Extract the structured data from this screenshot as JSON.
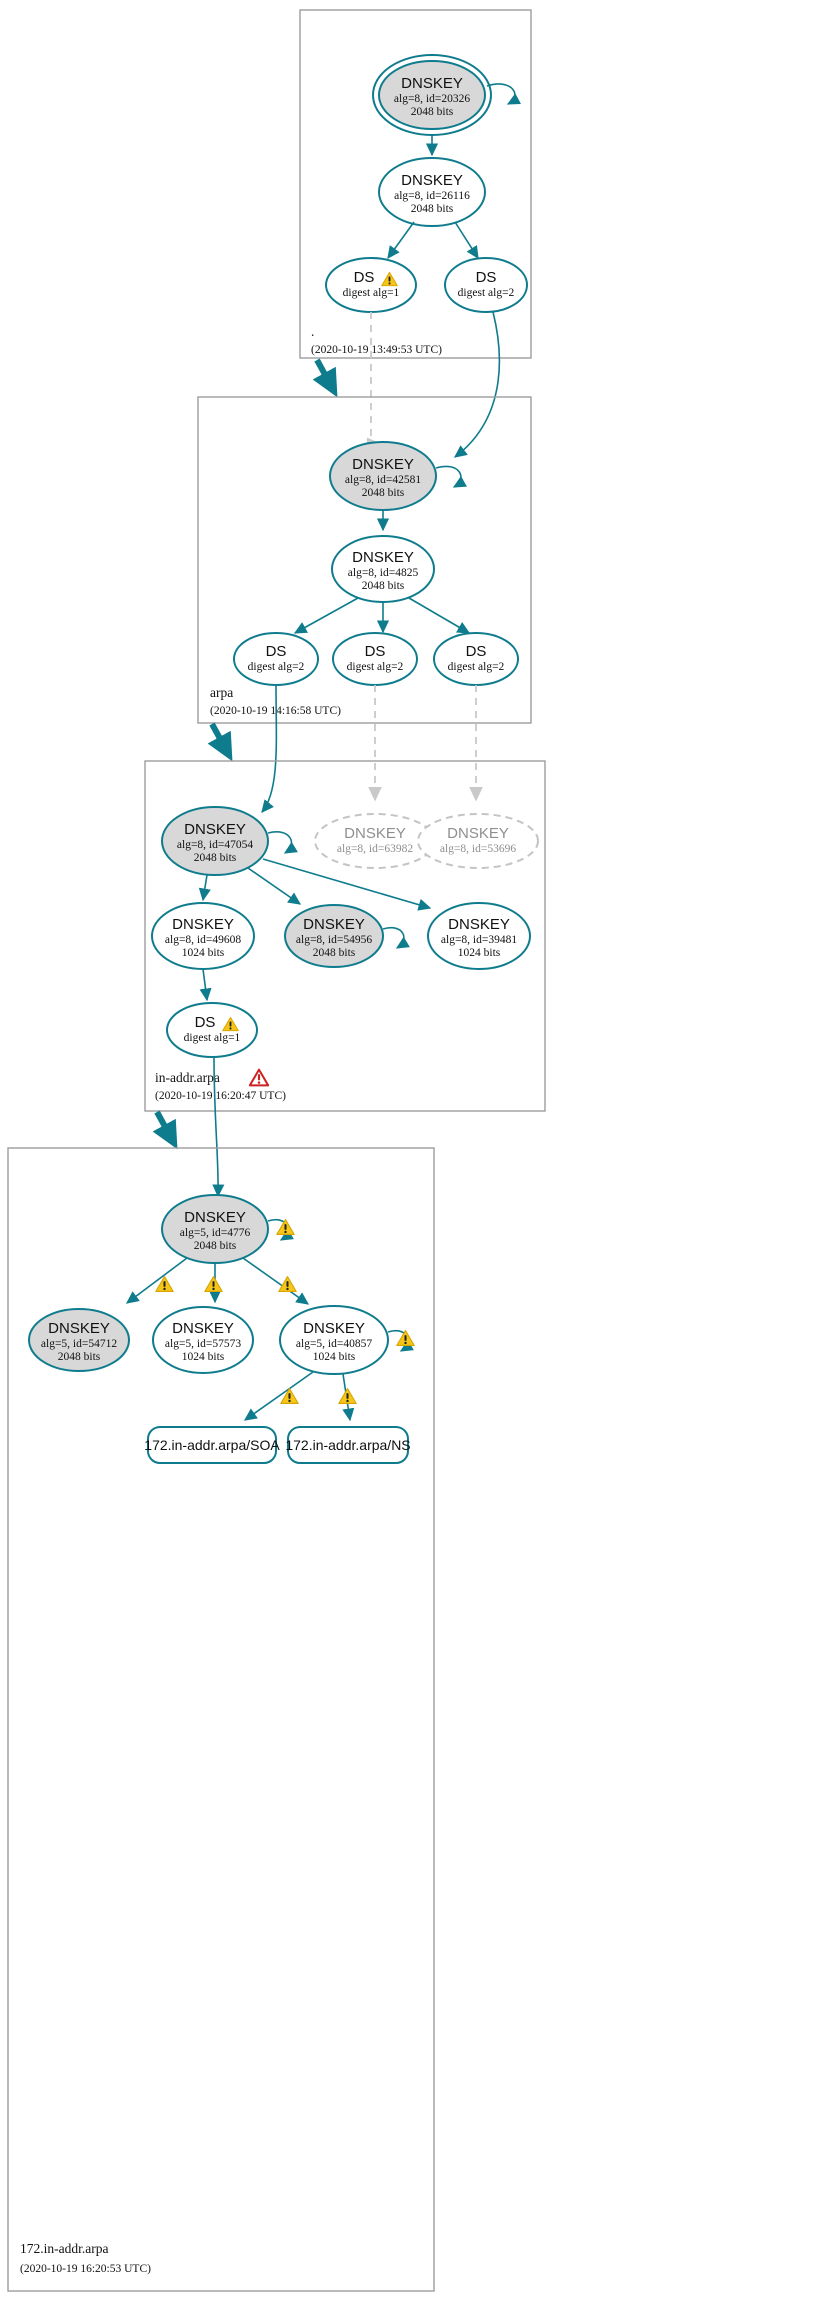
{
  "meta": {
    "title": "DNSSEC authentication chain for 172.in-addr.arpa",
    "accent_teal": "#0f7c8e",
    "secure_fill": "#d8d8d8",
    "bogus_stroke": "#c9c9c9",
    "warning_color": "#f5c518",
    "error_color": "#cc2222",
    "zone_border": "#9c9c9c"
  },
  "zones": [
    {
      "id": "root",
      "name": ".",
      "timestamp": "(2020-10-19 13:49:53 UTC)",
      "status_icon": "",
      "nodes": [
        {
          "id": "r-ksk",
          "type": "DNSKEY",
          "title": "DNSKEY",
          "line2": "alg=8, id=20326",
          "line3": "2048 bits",
          "state": "secure-ksk",
          "self_sign": true,
          "warn": false
        },
        {
          "id": "r-zsk",
          "type": "DNSKEY",
          "title": "DNSKEY",
          "line2": "alg=8, id=26116",
          "line3": "2048 bits",
          "state": "secure",
          "self_sign": false,
          "warn": false
        },
        {
          "id": "r-ds1",
          "type": "DS",
          "title": "DS",
          "line2": "digest alg=1",
          "line3": "",
          "state": "secure",
          "self_sign": false,
          "warn": true
        },
        {
          "id": "r-ds2",
          "type": "DS",
          "title": "DS",
          "line2": "digest alg=2",
          "line3": "",
          "state": "secure",
          "self_sign": false,
          "warn": false
        }
      ]
    },
    {
      "id": "arpa",
      "name": "arpa",
      "timestamp": "(2020-10-19 14:16:58 UTC)",
      "status_icon": "",
      "nodes": [
        {
          "id": "a-ksk",
          "type": "DNSKEY",
          "title": "DNSKEY",
          "line2": "alg=8, id=42581",
          "line3": "2048 bits",
          "state": "secure-fill",
          "self_sign": true,
          "warn": false
        },
        {
          "id": "a-zsk",
          "type": "DNSKEY",
          "title": "DNSKEY",
          "line2": "alg=8, id=4825",
          "line3": "2048 bits",
          "state": "secure",
          "self_sign": false,
          "warn": false
        },
        {
          "id": "a-ds1",
          "type": "DS",
          "title": "DS",
          "line2": "digest alg=2",
          "line3": "",
          "state": "secure",
          "self_sign": false,
          "warn": false
        },
        {
          "id": "a-ds2",
          "type": "DS",
          "title": "DS",
          "line2": "digest alg=2",
          "line3": "",
          "state": "secure",
          "self_sign": false,
          "warn": false
        },
        {
          "id": "a-ds3",
          "type": "DS",
          "title": "DS",
          "line2": "digest alg=2",
          "line3": "",
          "state": "secure",
          "self_sign": false,
          "warn": false
        }
      ]
    },
    {
      "id": "inaddr",
      "name": "in-addr.arpa",
      "timestamp": "(2020-10-19 16:20:47 UTC)",
      "status_icon": "error",
      "nodes": [
        {
          "id": "i-ksk",
          "type": "DNSKEY",
          "title": "DNSKEY",
          "line2": "alg=8, id=47054",
          "line3": "2048 bits",
          "state": "secure-fill",
          "self_sign": true,
          "warn": false
        },
        {
          "id": "i-bogus1",
          "type": "DNSKEY",
          "title": "DNSKEY",
          "line2": "alg=8, id=63982",
          "line3": "",
          "state": "bogus",
          "self_sign": false,
          "warn": false
        },
        {
          "id": "i-bogus2",
          "type": "DNSKEY",
          "title": "DNSKEY",
          "line2": "alg=8, id=53696",
          "line3": "",
          "state": "bogus",
          "self_sign": false,
          "warn": false
        },
        {
          "id": "i-z1",
          "type": "DNSKEY",
          "title": "DNSKEY",
          "line2": "alg=8, id=49608",
          "line3": "1024 bits",
          "state": "secure",
          "self_sign": false,
          "warn": false
        },
        {
          "id": "i-z2",
          "type": "DNSKEY",
          "title": "DNSKEY",
          "line2": "alg=8, id=54956",
          "line3": "2048 bits",
          "state": "secure-fill",
          "self_sign": true,
          "warn": false
        },
        {
          "id": "i-z3",
          "type": "DNSKEY",
          "title": "DNSKEY",
          "line2": "alg=8, id=39481",
          "line3": "1024 bits",
          "state": "secure",
          "self_sign": false,
          "warn": false
        },
        {
          "id": "i-ds",
          "type": "DS",
          "title": "DS",
          "line2": "digest alg=1",
          "line3": "",
          "state": "secure",
          "self_sign": false,
          "warn": true
        }
      ]
    },
    {
      "id": "z172",
      "name": "172.in-addr.arpa",
      "timestamp": "(2020-10-19 16:20:53 UTC)",
      "status_icon": "",
      "nodes": [
        {
          "id": "t-ksk",
          "type": "DNSKEY",
          "title": "DNSKEY",
          "line2": "alg=5, id=4776",
          "line3": "2048 bits",
          "state": "secure-fill",
          "self_sign": true,
          "warn": true
        },
        {
          "id": "t-z1",
          "type": "DNSKEY",
          "title": "DNSKEY",
          "line2": "alg=5, id=54712",
          "line3": "2048 bits",
          "state": "secure-fill",
          "self_sign": false,
          "warn": false
        },
        {
          "id": "t-z2",
          "type": "DNSKEY",
          "title": "DNSKEY",
          "line2": "alg=5, id=57573",
          "line3": "1024 bits",
          "state": "secure",
          "self_sign": false,
          "warn": false
        },
        {
          "id": "t-z3",
          "type": "DNSKEY",
          "title": "DNSKEY",
          "line2": "alg=5, id=40857",
          "line3": "1024 bits",
          "state": "secure",
          "self_sign": true,
          "warn": true
        },
        {
          "id": "t-soa",
          "type": "RRSET",
          "title": "172.in-addr.arpa/SOA",
          "line2": "",
          "line3": "",
          "state": "secure",
          "self_sign": false,
          "warn": false
        },
        {
          "id": "t-ns",
          "type": "RRSET",
          "title": "172.in-addr.arpa/NS",
          "line2": "",
          "line3": "",
          "state": "secure",
          "self_sign": false,
          "warn": false
        }
      ]
    }
  ],
  "labels": {
    "root_ksk_title": "DNSKEY",
    "root_ksk_alg": "alg=8, id=20326",
    "root_ksk_bits": "2048 bits",
    "root_zsk_title": "DNSKEY",
    "root_zsk_alg": "alg=8, id=26116",
    "root_zsk_bits": "2048 bits",
    "root_ds1_title": "DS",
    "root_ds1_sub": "digest alg=1",
    "root_ds2_title": "DS",
    "root_ds2_sub": "digest alg=2",
    "root_zone_name": ".",
    "root_zone_time": "(2020-10-19 13:49:53 UTC)",
    "arpa_ksk_title": "DNSKEY",
    "arpa_ksk_alg": "alg=8, id=42581",
    "arpa_ksk_bits": "2048 bits",
    "arpa_zsk_title": "DNSKEY",
    "arpa_zsk_alg": "alg=8, id=4825",
    "arpa_zsk_bits": "2048 bits",
    "arpa_ds1_title": "DS",
    "arpa_ds1_sub": "digest alg=2",
    "arpa_ds2_title": "DS",
    "arpa_ds2_sub": "digest alg=2",
    "arpa_ds3_title": "DS",
    "arpa_ds3_sub": "digest alg=2",
    "arpa_zone_name": "arpa",
    "arpa_zone_time": "(2020-10-19 14:16:58 UTC)",
    "ia_ksk_title": "DNSKEY",
    "ia_ksk_alg": "alg=8, id=47054",
    "ia_ksk_bits": "2048 bits",
    "ia_b1_title": "DNSKEY",
    "ia_b1_alg": "alg=8, id=63982",
    "ia_b2_title": "DNSKEY",
    "ia_b2_alg": "alg=8, id=53696",
    "ia_z1_title": "DNSKEY",
    "ia_z1_alg": "alg=8, id=49608",
    "ia_z1_bits": "1024 bits",
    "ia_z2_title": "DNSKEY",
    "ia_z2_alg": "alg=8, id=54956",
    "ia_z2_bits": "2048 bits",
    "ia_z3_title": "DNSKEY",
    "ia_z3_alg": "alg=8, id=39481",
    "ia_z3_bits": "1024 bits",
    "ia_ds_title": "DS",
    "ia_ds_sub": "digest alg=1",
    "ia_zone_name": "in-addr.arpa",
    "ia_zone_time": "(2020-10-19 16:20:47 UTC)",
    "t_ksk_title": "DNSKEY",
    "t_ksk_alg": "alg=5, id=4776",
    "t_ksk_bits": "2048 bits",
    "t_z1_title": "DNSKEY",
    "t_z1_alg": "alg=5, id=54712",
    "t_z1_bits": "2048 bits",
    "t_z2_title": "DNSKEY",
    "t_z2_alg": "alg=5, id=57573",
    "t_z2_bits": "1024 bits",
    "t_z3_title": "DNSKEY",
    "t_z3_alg": "alg=5, id=40857",
    "t_z3_bits": "1024 bits",
    "t_soa_label": "172.in-addr.arpa/SOA",
    "t_ns_label": "172.in-addr.arpa/NS",
    "t_zone_name": "172.in-addr.arpa",
    "t_zone_time": "(2020-10-19 16:20:53 UTC)"
  }
}
